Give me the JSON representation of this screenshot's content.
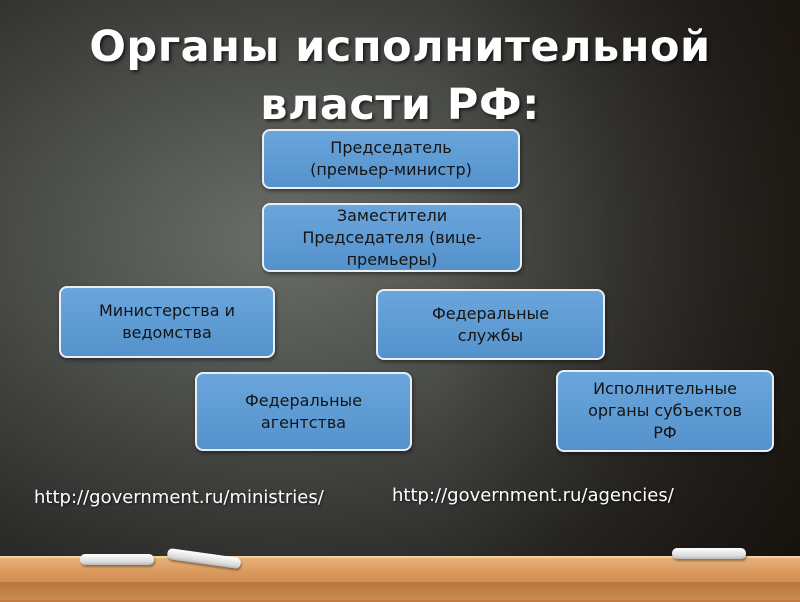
{
  "title": "Органы исполнительной власти РФ:",
  "diagram": {
    "chairman": {
      "line1": "Председатель",
      "line2": "(премьер-министр)"
    },
    "deputies": {
      "line1": "Заместители",
      "line2": "Председателя (вице-",
      "line3": "премьеры)"
    },
    "ministries": {
      "line1": "Министерства и",
      "line2": "ведомства"
    },
    "services": {
      "line1": "Федеральные",
      "line2": "службы"
    },
    "agencies": {
      "line1": "Федеральные",
      "line2": "агентства"
    },
    "regional": {
      "line1": "Исполнительные",
      "line2": "органы субъектов",
      "line3": "РФ"
    }
  },
  "links": {
    "ministries_url": "http://government.ru/ministries/",
    "agencies_url": "http://government.ru/agencies/"
  },
  "colors": {
    "box_fill": "#5b9bd5",
    "box_border": "#e9eef5",
    "title_text": "#ffffff",
    "ledge": "#d9975a"
  }
}
